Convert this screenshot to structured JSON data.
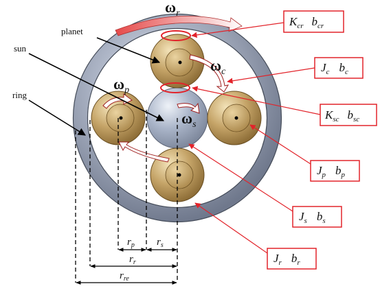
{
  "labels": {
    "planet": "planet",
    "sun": "sun",
    "ring": "ring"
  },
  "omegas": {
    "ring": {
      "symbol": "ω",
      "sub": "r"
    },
    "carrier": {
      "symbol": "ω",
      "sub": "c"
    },
    "planet": {
      "symbol": "ω",
      "sub": "p"
    },
    "sun": {
      "symbol": "ω",
      "sub": "s"
    }
  },
  "boxes": {
    "k_cr": {
      "a": "K",
      "a_sub": "cr",
      "b": "b",
      "b_sub": "cr"
    },
    "j_c": {
      "a": "J",
      "a_sub": "c",
      "b": "b",
      "b_sub": "c"
    },
    "k_sc": {
      "a": "K",
      "a_sub": "sc",
      "b": "b",
      "b_sub": "sc"
    },
    "j_p": {
      "a": "J",
      "a_sub": "p",
      "b": "b",
      "b_sub": "p"
    },
    "j_s": {
      "a": "J",
      "a_sub": "s",
      "b": "b",
      "b_sub": "s"
    },
    "j_r": {
      "a": "J",
      "a_sub": "r",
      "b": "b",
      "b_sub": "r"
    }
  },
  "dimensions": {
    "r_p": {
      "main": "r",
      "sub": "p"
    },
    "r_s": {
      "main": "r",
      "sub": "s"
    },
    "r_r": {
      "main": "r",
      "sub": "r"
    },
    "r_re": {
      "main": "r",
      "sub": "re"
    }
  },
  "colors": {
    "ring": "#9aa3b6",
    "sun": "#a7b3c8",
    "planet": "#b9975a",
    "accent": "#e2232a"
  }
}
